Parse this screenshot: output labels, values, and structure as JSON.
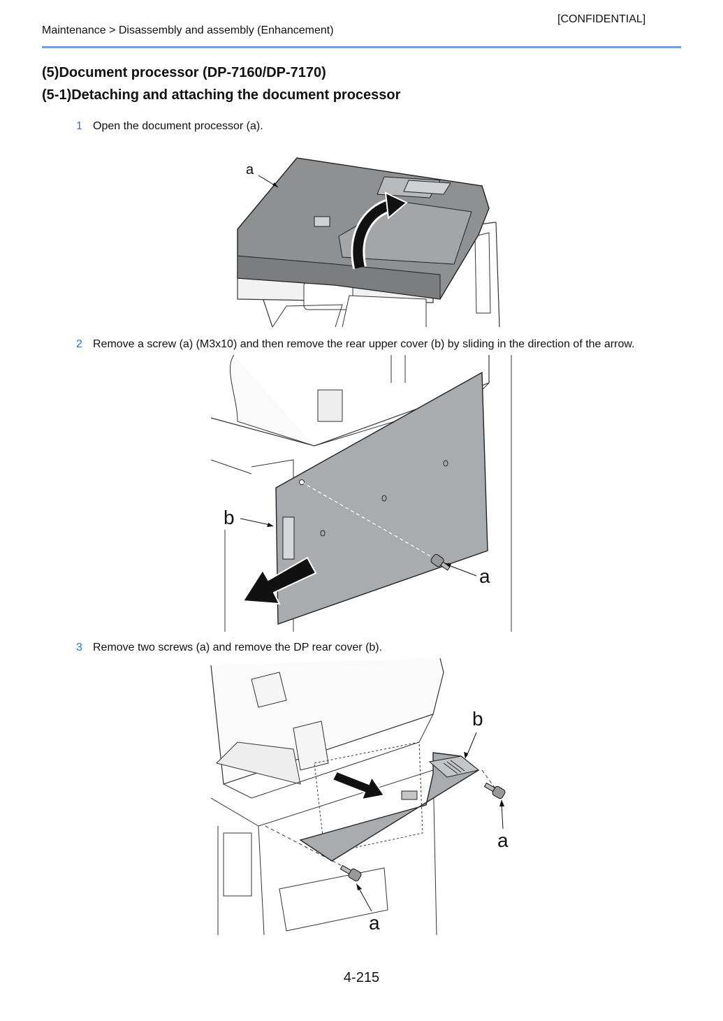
{
  "header": {
    "confidential": "[CONFIDENTIAL]",
    "breadcrumb": "Maintenance > Disassembly and assembly (Enhancement)"
  },
  "section": {
    "title": "(5)Document processor (DP-7160/DP-7170)",
    "subtitle": "(5-1)Detaching and attaching the document processor"
  },
  "steps": [
    {
      "number": "1",
      "text": "Open the document processor (a).",
      "labels": [
        "a"
      ]
    },
    {
      "number": "2",
      "text": "Remove a screw (a) (M3x10) and then remove the rear upper cover (b) by sliding in the direction of the arrow.",
      "labels": [
        "b",
        "a"
      ]
    },
    {
      "number": "3",
      "text": "Remove two screws (a) and remove the DP rear cover (b).",
      "labels": [
        "b",
        "a",
        "a"
      ]
    }
  ],
  "footer": {
    "page_number": "4-215"
  },
  "colors": {
    "rule": "#6f9fe6",
    "step_number": "#2a6fdb",
    "part_gray": "#a9acaf"
  }
}
